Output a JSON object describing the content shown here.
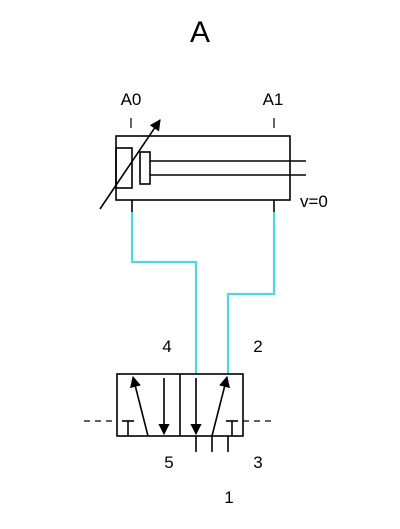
{
  "title": "A",
  "cylinder": {
    "port_left_label": "A0",
    "port_right_label": "A1",
    "velocity_label": "v=0"
  },
  "valve": {
    "port_4_label": "4",
    "port_2_label": "2",
    "port_5_label": "5",
    "port_3_label": "3",
    "port_1_label": "1"
  },
  "colors": {
    "line": "#000000",
    "pipe": "#4fd6e0",
    "background": "#ffffff"
  }
}
